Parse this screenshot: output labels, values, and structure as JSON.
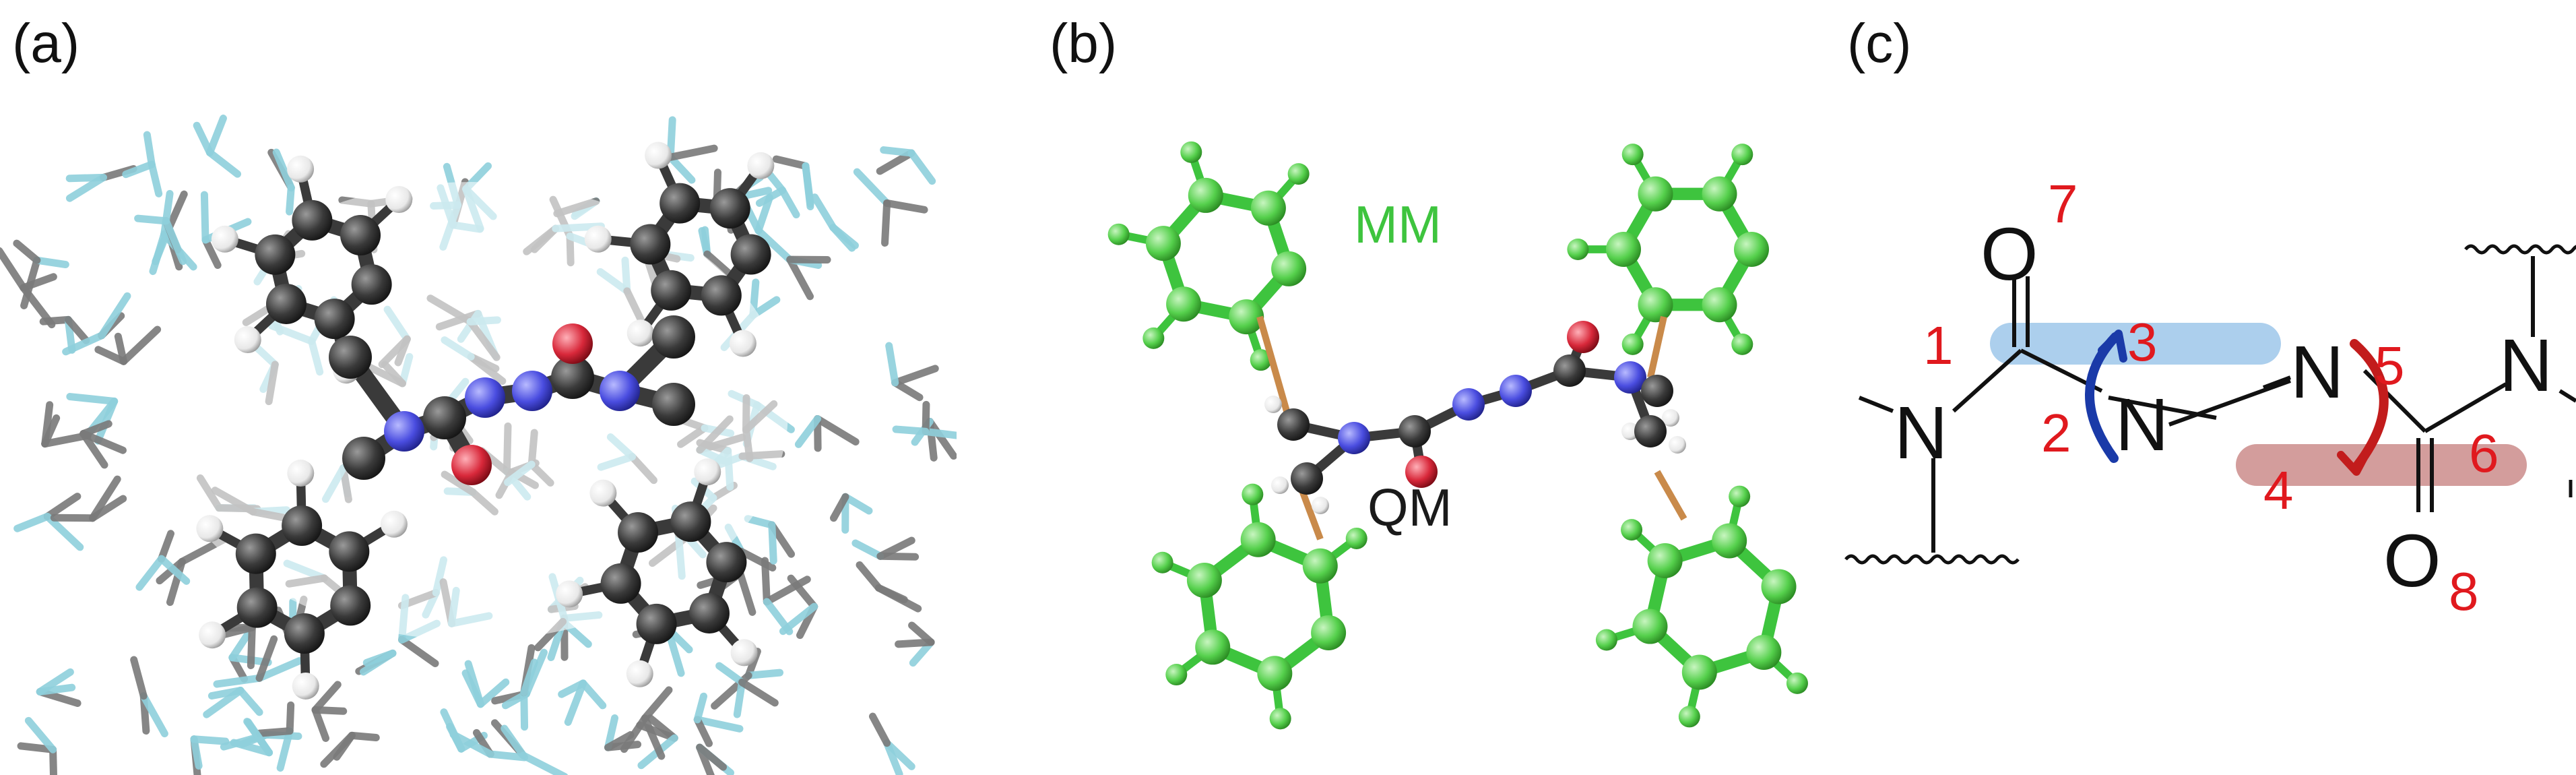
{
  "panels": [
    {
      "label": "(a)"
    },
    {
      "label": "(b)",
      "mm_label": "MM",
      "qm_label": "QM"
    },
    {
      "label": "(c)",
      "atoms": {
        "n_left": "N",
        "n_mid": "N",
        "n_azo": "N",
        "n_right": "N",
        "o_top": "O",
        "o_bottom": "O"
      },
      "indices": [
        "1",
        "2",
        "3",
        "4",
        "5",
        "6",
        "7",
        "8"
      ]
    }
  ],
  "colors": {
    "carbon": "#3a3a3a",
    "nitrogen": "#4a4de0",
    "oxygen": "#d8283a",
    "hydrogen": "#f2f2f2",
    "mm_green": "#3ec43e",
    "solvent_cyan": "#8fd0dc",
    "solvent_gray": "#7a7a7a",
    "index_red": "#e0191e",
    "arrow_blue": "#1a3aa8",
    "arrow_red": "#c21c1c",
    "highlight_blue": "#9ec7ea",
    "highlight_red": "#c98584",
    "qm_link": "#c98a4a"
  }
}
